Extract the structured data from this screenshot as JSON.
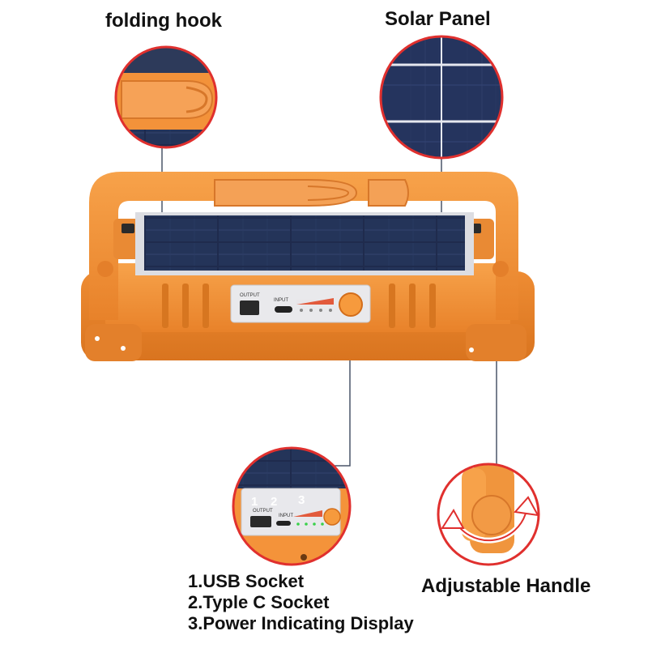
{
  "callouts": {
    "folding_hook": "folding hook",
    "solar_panel": "Solar Panel",
    "adjustable_handle": "Adjustable Handle"
  },
  "ports_panel": {
    "output_label": "OUTPUT",
    "input_label": "INPUT"
  },
  "zoom_ports": {
    "numbers": [
      "1",
      "2",
      "3"
    ],
    "output_label": "OUTPUT",
    "input_label": "INPUT"
  },
  "legend": {
    "items": [
      "1.USB Socket",
      "2.Typle C Socket",
      "3.Power Indicating Display"
    ]
  },
  "colors": {
    "body_orange": "#f5902f",
    "callout_ring": "#e0302e",
    "leader_line": "#4a5568",
    "solar_blue": "#1e2d52"
  }
}
